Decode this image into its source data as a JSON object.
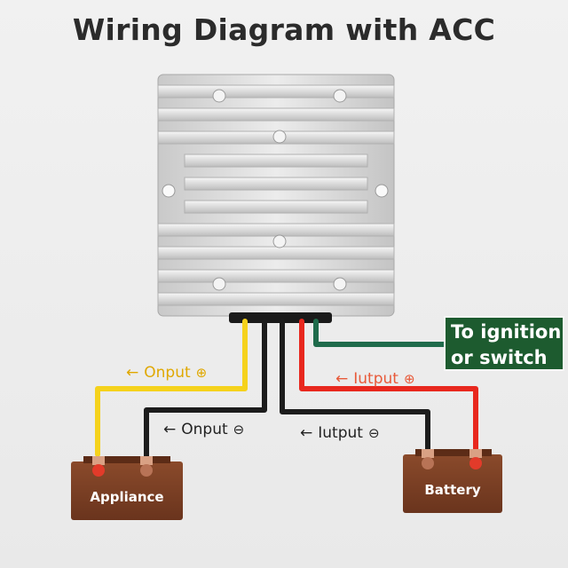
{
  "title": "Wiring Diagram with ACC",
  "ignition_label_line1": "To ignition",
  "ignition_label_line2": "or switch",
  "labels": {
    "onput_positive": {
      "arrow": "←",
      "text": "Onput",
      "symbol": "⊕"
    },
    "onput_negative": {
      "arrow": "←",
      "text": "Onput",
      "symbol": "⊖"
    },
    "iutput_positive": {
      "arrow": "←",
      "text": "Iutput",
      "symbol": "⊕"
    },
    "iutput_negative": {
      "arrow": "←",
      "text": "Iutput",
      "symbol": "⊖"
    }
  },
  "appliance": {
    "name": "Appliance"
  },
  "battery": {
    "name": "Battery"
  },
  "colors": {
    "wire_yellow": "#f5d21c",
    "wire_red": "#e8281e",
    "wire_black": "#1c1c1c",
    "wire_green": "#1f6b4b",
    "battery_body": "#7a3f24",
    "ignition_box": "#1d5b2f"
  },
  "icons": [
    "converter-module-icon",
    "appliance-battery-icon",
    "battery-icon"
  ]
}
